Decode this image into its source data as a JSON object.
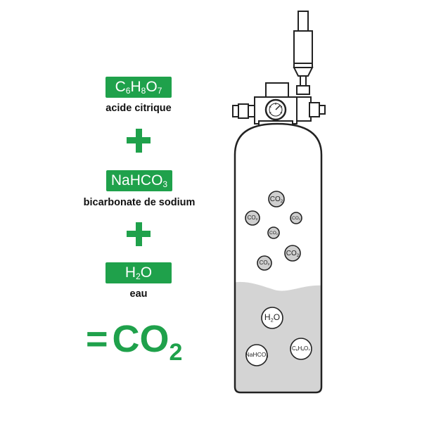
{
  "reactants": [
    {
      "formula": [
        [
          "C",
          ""
        ],
        [
          "6",
          "sub"
        ],
        [
          "H",
          ""
        ],
        [
          "8",
          "sub"
        ],
        [
          "O",
          ""
        ],
        [
          "7",
          "sub"
        ]
      ],
      "name": "acide citrique"
    },
    {
      "formula": [
        [
          "NaHCO",
          ""
        ],
        [
          "3",
          "sub"
        ]
      ],
      "name": "bicarbonate de sodium"
    },
    {
      "formula": [
        [
          "H",
          ""
        ],
        [
          "2",
          "sub"
        ],
        [
          "O",
          ""
        ]
      ],
      "name": "eau"
    }
  ],
  "result": {
    "equals": "=",
    "formula": [
      [
        "CO",
        ""
      ],
      [
        "2",
        "sub"
      ]
    ]
  },
  "gas_molecules": [
    {
      "formula": [
        [
          "CO",
          ""
        ],
        [
          "2",
          "sub"
        ]
      ]
    },
    {
      "formula": [
        [
          "CO",
          ""
        ],
        [
          "2",
          "sub"
        ]
      ]
    },
    {
      "formula": [
        [
          "CO",
          ""
        ],
        [
          "2",
          "sub"
        ]
      ]
    },
    {
      "formula": [
        [
          "CO",
          ""
        ],
        [
          "2",
          "sub"
        ]
      ]
    },
    {
      "formula": [
        [
          "CO",
          ""
        ],
        [
          "2",
          "sub"
        ]
      ]
    },
    {
      "formula": [
        [
          "CO",
          ""
        ],
        [
          "2",
          "sub"
        ]
      ]
    }
  ],
  "liquid_molecules": [
    {
      "formula": [
        [
          "H",
          ""
        ],
        [
          "2",
          "sub"
        ],
        [
          "O",
          ""
        ]
      ]
    },
    {
      "formula": [
        [
          "NaHCO",
          ""
        ],
        [
          "3",
          "sub"
        ]
      ]
    },
    {
      "formula": [
        [
          "C",
          ""
        ],
        [
          "6",
          "sub"
        ],
        [
          "H",
          ""
        ],
        [
          "8",
          "sub"
        ],
        [
          "O",
          ""
        ],
        [
          "7",
          "sub"
        ]
      ]
    }
  ],
  "colors": {
    "accent": "#1fa14b",
    "liquid": "#d4d4d4",
    "gas_bubble": "#cfcfcf",
    "outline": "#222222"
  }
}
